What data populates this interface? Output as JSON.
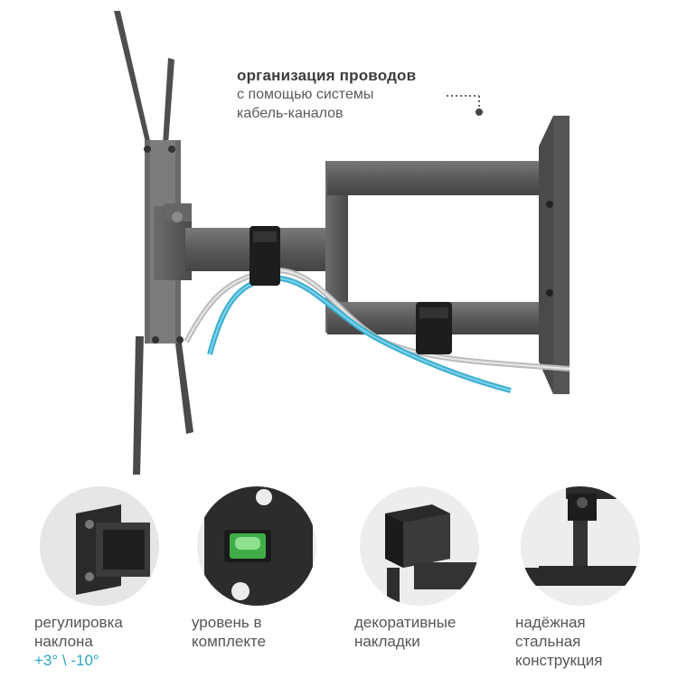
{
  "callout": {
    "title": "организация проводов",
    "line1": "с помощью системы",
    "line2": "кабель-каналов"
  },
  "features": [
    {
      "icon": "tilt-bracket-icon",
      "line1": "регулировка",
      "line2": "наклона",
      "accent": "+3° \\ -10°"
    },
    {
      "icon": "spirit-level-icon",
      "line1": "уровень в",
      "line2": "комплекте"
    },
    {
      "icon": "decorative-cover-icon",
      "line1": "декоративные",
      "line2": "накладки"
    },
    {
      "icon": "steel-frame-icon",
      "line1": "надёжная",
      "line2": "стальная",
      "line3": "конструкция"
    }
  ],
  "colors": {
    "accent": "#29a5c4",
    "cable_blue": "#3aaed0",
    "metal": "#5b5b5b"
  }
}
